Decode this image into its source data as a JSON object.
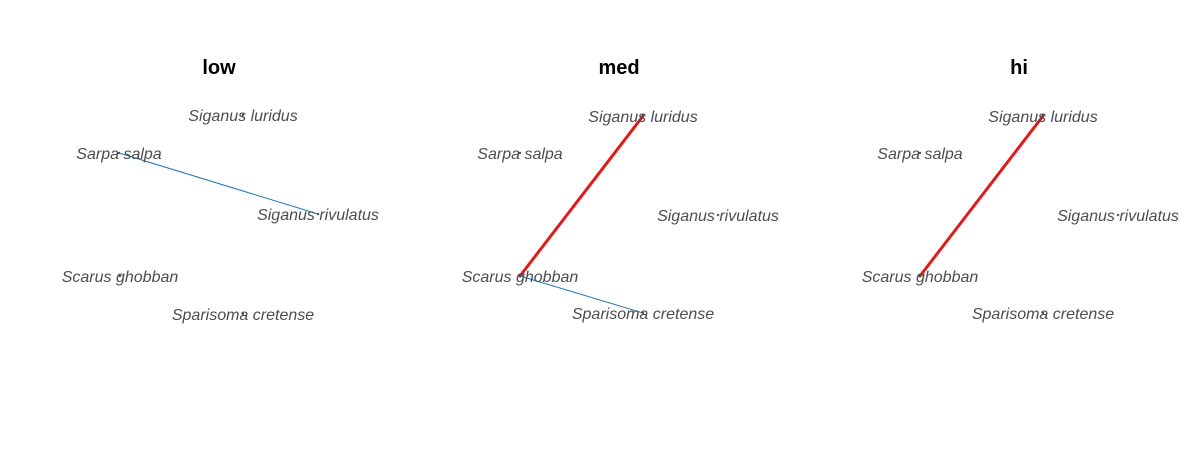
{
  "panels": [
    {
      "title": "low",
      "nodes": [
        {
          "id": "siganus_luridus",
          "label": "Siganus luridus"
        },
        {
          "id": "sarpa_salpa",
          "label": "Sarpa salpa"
        },
        {
          "id": "siganus_rivulatus",
          "label": "Siganus rivulatus"
        },
        {
          "id": "scarus_ghobban",
          "label": "Scarus ghobban"
        },
        {
          "id": "sparisoma_cretense",
          "label": "Sparisoma cretense"
        }
      ],
      "edges": [
        {
          "from": "sarpa_salpa",
          "to": "siganus_rivulatus",
          "color": "#1f78b4",
          "weight": "thin"
        }
      ]
    },
    {
      "title": "med",
      "nodes": [
        {
          "id": "siganus_luridus",
          "label": "Siganus luridus"
        },
        {
          "id": "sarpa_salpa",
          "label": "Sarpa salpa"
        },
        {
          "id": "siganus_rivulatus",
          "label": "Siganus rivulatus"
        },
        {
          "id": "scarus_ghobban",
          "label": "Scarus ghobban"
        },
        {
          "id": "sparisoma_cretense",
          "label": "Sparisoma cretense"
        }
      ],
      "edges": [
        {
          "from": "siganus_luridus",
          "to": "scarus_ghobban",
          "color": "#e31a1c",
          "weight": "thick"
        },
        {
          "from": "scarus_ghobban",
          "to": "sparisoma_cretense",
          "color": "#1f78b4",
          "weight": "thin"
        }
      ]
    },
    {
      "title": "hi",
      "nodes": [
        {
          "id": "siganus_luridus",
          "label": "Siganus luridus"
        },
        {
          "id": "sarpa_salpa",
          "label": "Sarpa salpa"
        },
        {
          "id": "siganus_rivulatus",
          "label": "Siganus rivulatus"
        },
        {
          "id": "scarus_ghobban",
          "label": "Scarus ghobban"
        },
        {
          "id": "sparisoma_cretense",
          "label": "Sparisoma cretense"
        }
      ],
      "edges": [
        {
          "from": "siganus_luridus",
          "to": "scarus_ghobban",
          "color": "#e31a1c",
          "weight": "thick"
        }
      ]
    }
  ]
}
